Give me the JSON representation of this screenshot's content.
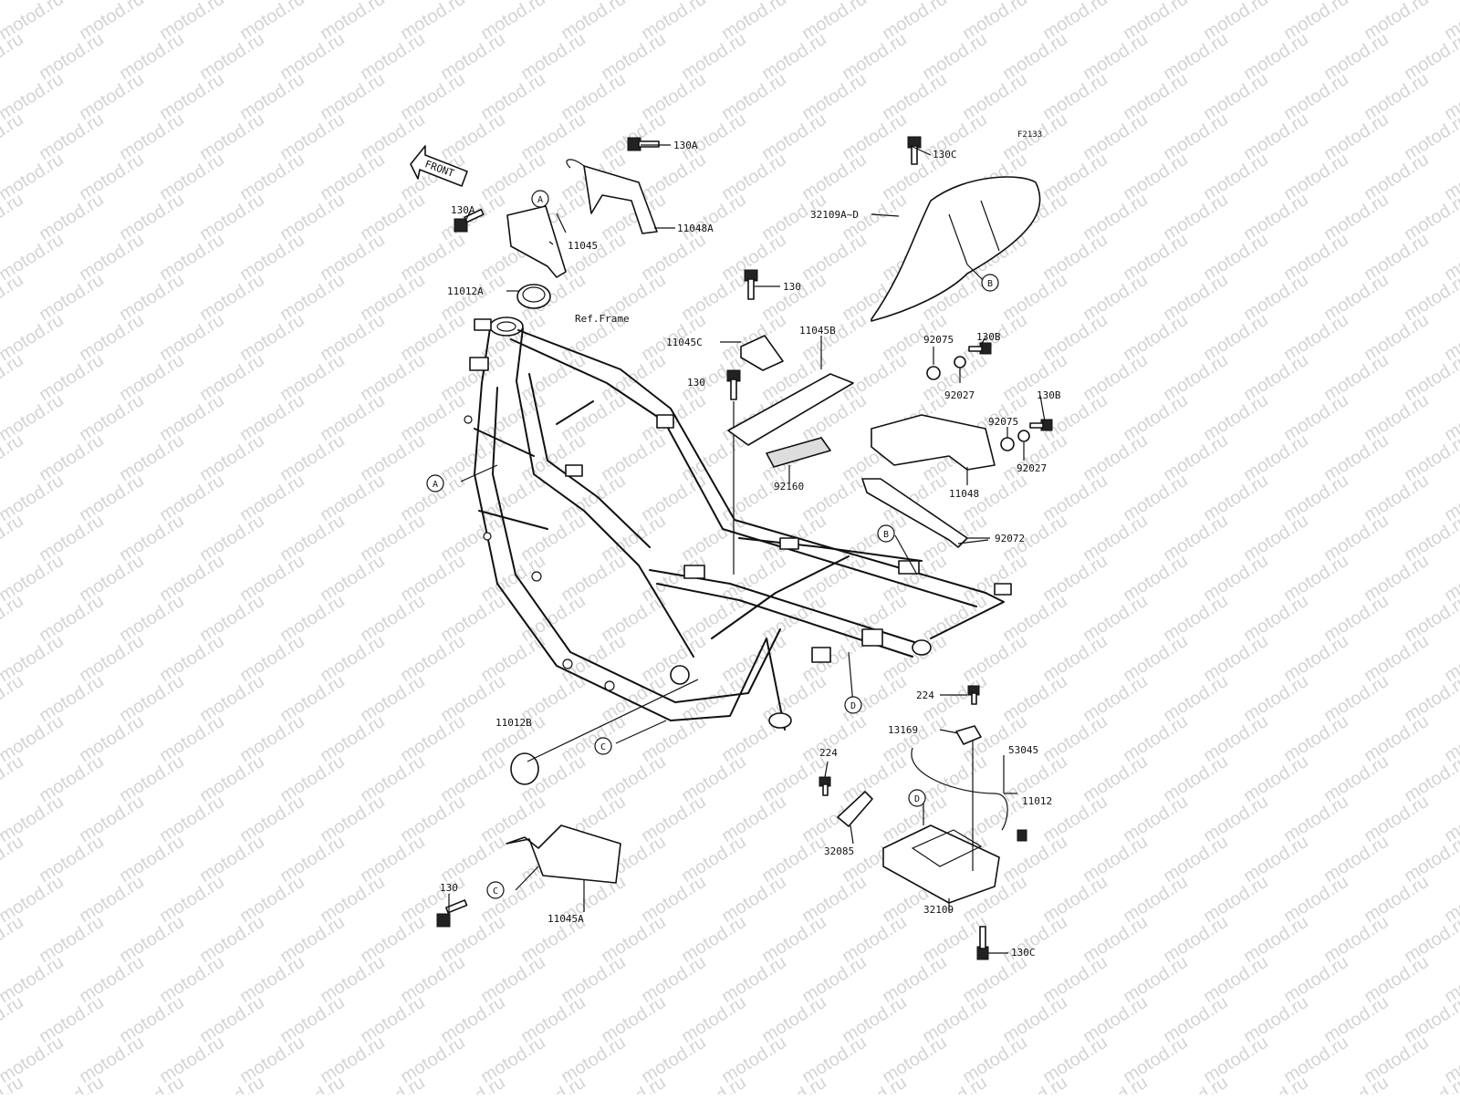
{
  "watermark": "motod.ru",
  "diagram_code": "F2133",
  "front_label": "FRONT",
  "ref_frame": "Ref.Frame",
  "callouts": {
    "A": "A",
    "B": "B",
    "C": "C",
    "D": "D"
  },
  "part_labels": [
    "130A",
    "130A",
    "11045",
    "11048A",
    "11012A",
    "130C",
    "32109A~D",
    "130",
    "11045C",
    "11045B",
    "130",
    "92160",
    "130B",
    "92075",
    "92027",
    "92075",
    "130B",
    "92027",
    "11048",
    "92072",
    "11012B",
    "224",
    "13169",
    "53045",
    "224",
    "11012",
    "32085",
    "32109",
    "130C",
    "130",
    "11045A"
  ]
}
